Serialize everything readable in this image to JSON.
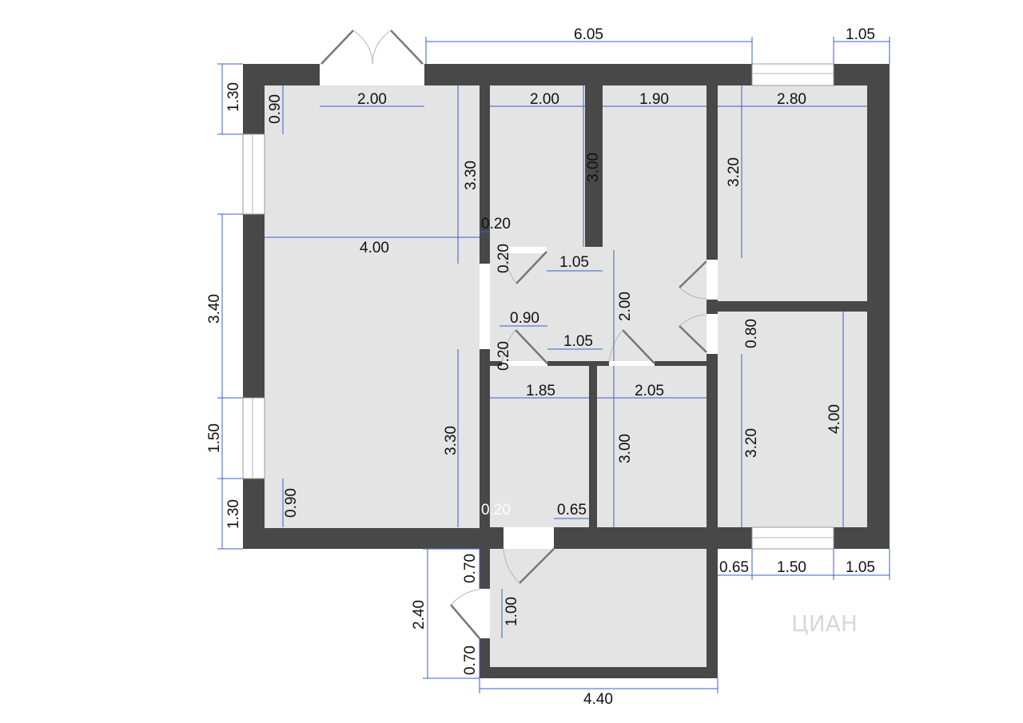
{
  "plan": {
    "dimensions": {
      "top_total": "6.05",
      "top_right": "1.05",
      "left_top": "1.30",
      "left_mid": "3.40",
      "left_low": "1.50",
      "left_bottom": "1.30",
      "living_door_width": "2.00",
      "living_corner_top": "0.90",
      "living_upper_height": "3.30",
      "living_width": "4.00",
      "living_lower_height": "3.30",
      "living_corner_bottom": "0.90",
      "room_a_width": "2.00",
      "room_a_height": "3.00",
      "room_b_width": "1.90",
      "room_c_width": "2.80",
      "room_c_height": "3.20",
      "wall_020_a": "0.20",
      "wall_020_b": "0.20",
      "wall_020_c": "0.20",
      "wall_020_d": "0.20",
      "door_105_a": "1.05",
      "door_090": "0.90",
      "door_105_b": "1.05",
      "hall_height": "2.00",
      "room_d_gap": "0.80",
      "room_e_width": "1.85",
      "room_f_width": "2.05",
      "room_f_height": "3.00",
      "room_g_height": "3.20",
      "room_g_total": "4.00",
      "door_065": "0.65",
      "bottom_065": "0.65",
      "bottom_150": "1.50",
      "bottom_105": "1.05",
      "balcony_070_top": "0.70",
      "balcony_100": "1.00",
      "balcony_070_bottom": "0.70",
      "balcony_height": "2.40",
      "balcony_width": "4.40"
    },
    "watermark": "ЦИАН"
  }
}
